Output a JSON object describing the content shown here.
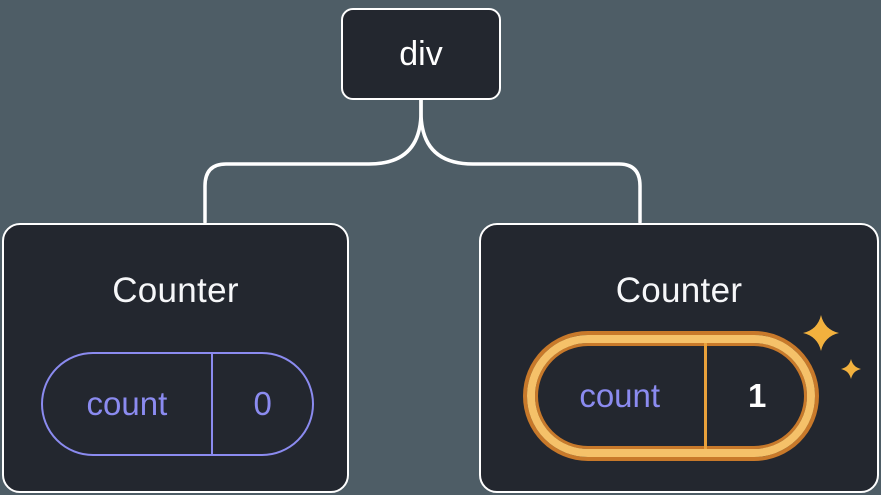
{
  "tree": {
    "root": {
      "label": "div"
    },
    "children": [
      {
        "title": "Counter",
        "state": {
          "key": "count",
          "value": "0"
        },
        "highlighted": false
      },
      {
        "title": "Counter",
        "state": {
          "key": "count",
          "value": "1"
        },
        "highlighted": true
      }
    ]
  },
  "icons": {
    "highlight_large": "sparkle-icon",
    "highlight_small": "sparkle-icon"
  },
  "colors": {
    "background": "#4e5d66",
    "node_fill": "#23272f",
    "node_border": "#ffffff",
    "connector": "#ffffff",
    "state_accent": "#8b8bf0",
    "title_text": "#f6f7f9",
    "highlight_ring": "#f5c169",
    "highlight_ring_dark": "#c8792a",
    "highlight_divider": "#e9a13b",
    "highlight_value": "#ffffff",
    "sparkle": "#f2b13e"
  }
}
